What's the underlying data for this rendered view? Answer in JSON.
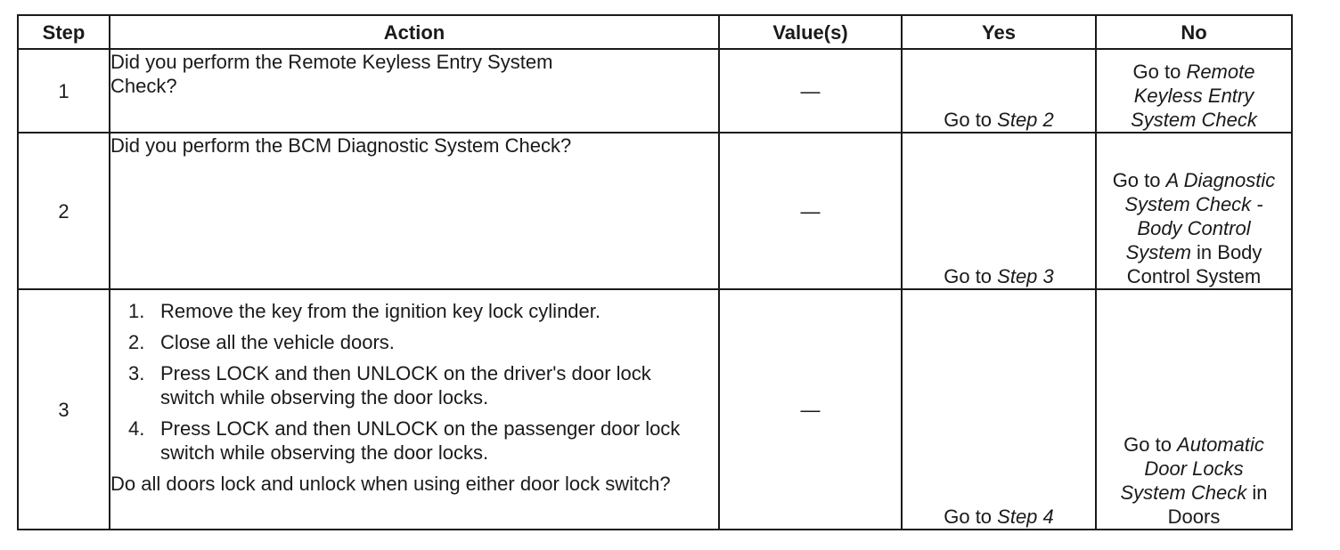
{
  "headers": {
    "step": "Step",
    "action": "Action",
    "values": "Value(s)",
    "yes": "Yes",
    "no": "No"
  },
  "rows": [
    {
      "step": "1",
      "action": "Did you perform the Remote Keyless Entry System Check?",
      "value": "—",
      "yes": {
        "prefix": "Go to ",
        "link": "Step 2"
      },
      "no": {
        "prefix": "Go to ",
        "link": "Remote Keyless Entry System Check",
        "suffix": ""
      }
    },
    {
      "step": "2",
      "action": "Did you perform the BCM Diagnostic System Check?",
      "value": "—",
      "yes": {
        "prefix": "Go to ",
        "link": "Step 3"
      },
      "no": {
        "prefix": "Go to ",
        "link": "A Diagnostic System Check - Body Control System",
        "suffix": " in Body Control System"
      }
    },
    {
      "step": "3",
      "substeps": [
        {
          "num": "1.",
          "text": "Remove the key from the ignition key lock cylinder."
        },
        {
          "num": "2.",
          "text": "Close all the vehicle doors."
        },
        {
          "num": "3.",
          "text": "Press LOCK and then UNLOCK on the driver's door lock switch while observing the door locks."
        },
        {
          "num": "4.",
          "text": "Press LOCK and then UNLOCK on the passenger door lock switch while observing the door locks."
        }
      ],
      "question": "Do all doors lock and unlock when using either door lock switch?",
      "value": "—",
      "yes": {
        "prefix": "Go to ",
        "link": "Step 4"
      },
      "no": {
        "prefix": "Go to ",
        "link": "Automatic Door Locks System Check",
        "suffix": " in Doors"
      }
    }
  ]
}
